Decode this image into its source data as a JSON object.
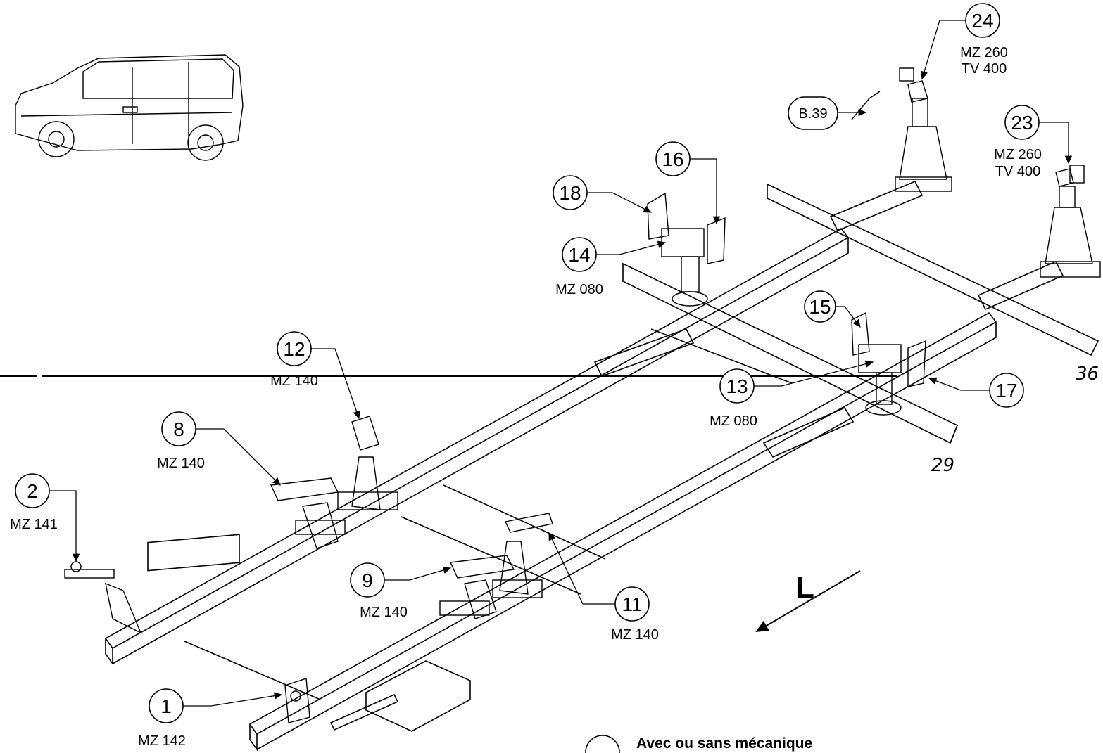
{
  "callouts": [
    {
      "id": "c1",
      "num": "1",
      "codes": [
        "MZ 142"
      ]
    },
    {
      "id": "c2",
      "num": "2",
      "codes": [
        "MZ 141"
      ]
    },
    {
      "id": "c8",
      "num": "8",
      "codes": [
        "MZ 140"
      ]
    },
    {
      "id": "c9",
      "num": "9",
      "codes": [
        "MZ 140"
      ]
    },
    {
      "id": "c11",
      "num": "11",
      "codes": [
        "MZ 140"
      ]
    },
    {
      "id": "c12",
      "num": "12",
      "codes": [
        "MZ 140"
      ]
    },
    {
      "id": "c13",
      "num": "13",
      "codes": [
        "MZ 080"
      ]
    },
    {
      "id": "c14",
      "num": "14",
      "codes": [
        "MZ 080"
      ]
    },
    {
      "id": "c15",
      "num": "15",
      "codes": []
    },
    {
      "id": "c16",
      "num": "16",
      "codes": []
    },
    {
      "id": "c17",
      "num": "17",
      "codes": []
    },
    {
      "id": "c18",
      "num": "18",
      "codes": []
    },
    {
      "id": "c23",
      "num": "23",
      "codes": [
        "MZ 260",
        "TV 400"
      ]
    },
    {
      "id": "c24",
      "num": "24",
      "codes": [
        "MZ 260",
        "TV 400"
      ]
    }
  ],
  "ref_label": "B.39",
  "beam_numbers": {
    "front": "29",
    "rear": "36"
  },
  "direction_letter": "L",
  "legend_text": "Avec ou sans mécanique",
  "colors": {
    "line": "#000000",
    "background": "#ffffff"
  }
}
